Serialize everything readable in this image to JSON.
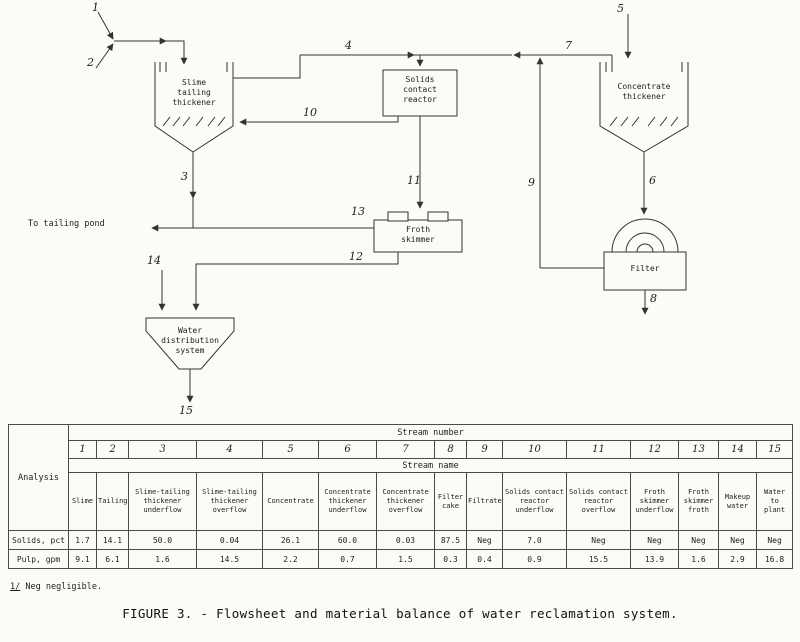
{
  "figure": {
    "caption": "FIGURE 3. - Flowsheet and material balance of water reclamation system.",
    "footnote_marker": "1/",
    "footnote": "Neg negligible."
  },
  "diagram": {
    "nodes": {
      "slime_thickener": "Slime tailing thickener",
      "reactor": "Solids contact reactor",
      "concentrate_thickener": "Concentrate thickener",
      "froth_skimmer": "Froth skimmer",
      "filter": "Filter",
      "water_distribution": "Water distribution system"
    },
    "annotations": {
      "to_tailing_pond": "To tailing pond"
    },
    "streams": {
      "s1": "1",
      "s2": "2",
      "s3": "3",
      "s4": "4",
      "s5": "5",
      "s6": "6",
      "s7": "7",
      "s8": "8",
      "s9": "9",
      "s10": "10",
      "s11": "11",
      "s12": "12",
      "s13": "13",
      "s14": "14",
      "s15": "15"
    }
  },
  "table": {
    "stub_label": "Analysis",
    "stream_number_header": "Stream number",
    "stream_name_header": "Stream name",
    "solids_row_label": "Solids, pct",
    "pulp_row_label": "Pulp, gpm",
    "columns": [
      {
        "number": "1",
        "name": "Slime",
        "solids": "1.7",
        "pulp": "9.1"
      },
      {
        "number": "2",
        "name": "Tailing",
        "solids": "14.1",
        "pulp": "6.1"
      },
      {
        "number": "3",
        "name": "Slime-tailing thickener underflow",
        "solids": "50.0",
        "pulp": "1.6"
      },
      {
        "number": "4",
        "name": "Slime-tailing thickener overflow",
        "solids": "0.04",
        "pulp": "14.5"
      },
      {
        "number": "5",
        "name": "Concentrate",
        "solids": "26.1",
        "pulp": "2.2"
      },
      {
        "number": "6",
        "name": "Concentrate thickener underflow",
        "solids": "60.0",
        "pulp": "0.7"
      },
      {
        "number": "7",
        "name": "Concentrate thickener overflow",
        "solids": "0.03",
        "pulp": "1.5"
      },
      {
        "number": "8",
        "name": "Filter cake",
        "solids": "87.5",
        "pulp": "0.3"
      },
      {
        "number": "9",
        "name": "Filtrate",
        "solids": "Neg",
        "pulp": "0.4"
      },
      {
        "number": "10",
        "name": "Solids contact reactor underflow",
        "solids": "7.0",
        "pulp": "0.9"
      },
      {
        "number": "11",
        "name": "Solids contact reactor overflow",
        "solids": "Neg",
        "pulp": "15.5"
      },
      {
        "number": "12",
        "name": "Froth skimmer underflow",
        "solids": "Neg",
        "pulp": "13.9"
      },
      {
        "number": "13",
        "name": "Froth skimmer froth",
        "solids": "Neg",
        "pulp": "1.6"
      },
      {
        "number": "14",
        "name": "Makeup water",
        "solids": "Neg",
        "pulp": "2.9"
      },
      {
        "number": "15",
        "name": "Water to plant",
        "solids": "Neg",
        "pulp": "16.8"
      }
    ]
  }
}
